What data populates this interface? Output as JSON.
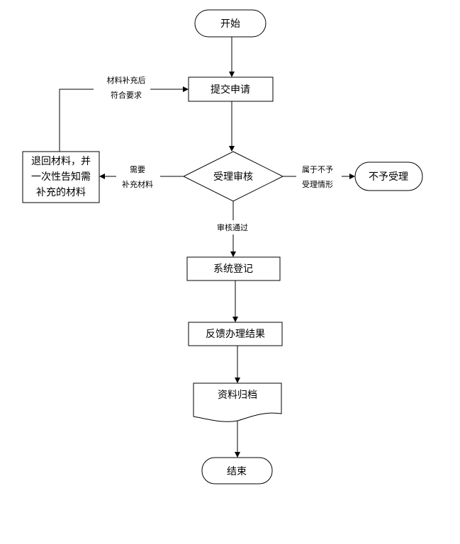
{
  "nodes": {
    "start": "开始",
    "submit": "提交申请",
    "review": "受理审核",
    "return_line1": "退回材料，并",
    "return_line2": "一次性告知需",
    "return_line3": "补充的材料",
    "reject": "不予受理",
    "register": "系统登记",
    "feedback": "反馈办理结果",
    "archive": "资料归档",
    "end": "结束"
  },
  "edges": {
    "resubmit_line1": "材料补充后",
    "resubmit_line2": "符合要求",
    "need_line1": "需要",
    "need_line2": "补充材料",
    "reject_line1": "属于不予",
    "reject_line2": "受理情形",
    "pass": "审核通过"
  },
  "colors": {
    "stroke": "#000000",
    "fill": "#ffffff"
  }
}
